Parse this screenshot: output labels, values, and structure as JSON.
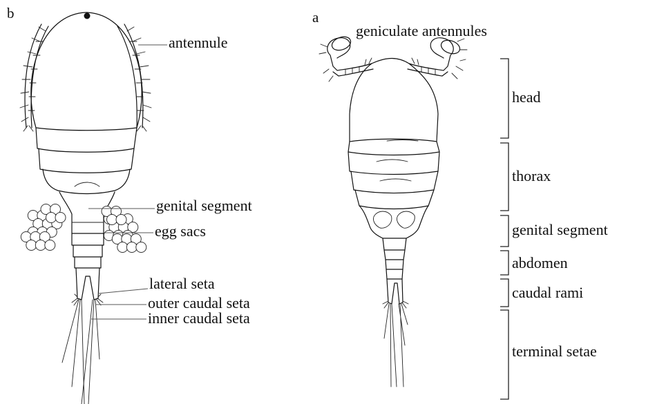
{
  "panels": {
    "b": {
      "letter": "b",
      "labels": {
        "antennule": "antennule",
        "genital_segment": "genital segment",
        "egg_sacs": "egg sacs",
        "lateral_seta": "lateral seta",
        "outer_caudal_seta": "outer caudal seta",
        "inner_caudal_seta": "inner caudal seta"
      }
    },
    "a": {
      "letter": "a",
      "labels": {
        "geniculate_antennules": "geniculate antennules",
        "head": "head",
        "thorax": "thorax",
        "genital_segment": "genital segment",
        "abdomen": "abdomen",
        "caudal_rami": "caudal rami",
        "terminal_setae": "terminal setae"
      }
    }
  }
}
